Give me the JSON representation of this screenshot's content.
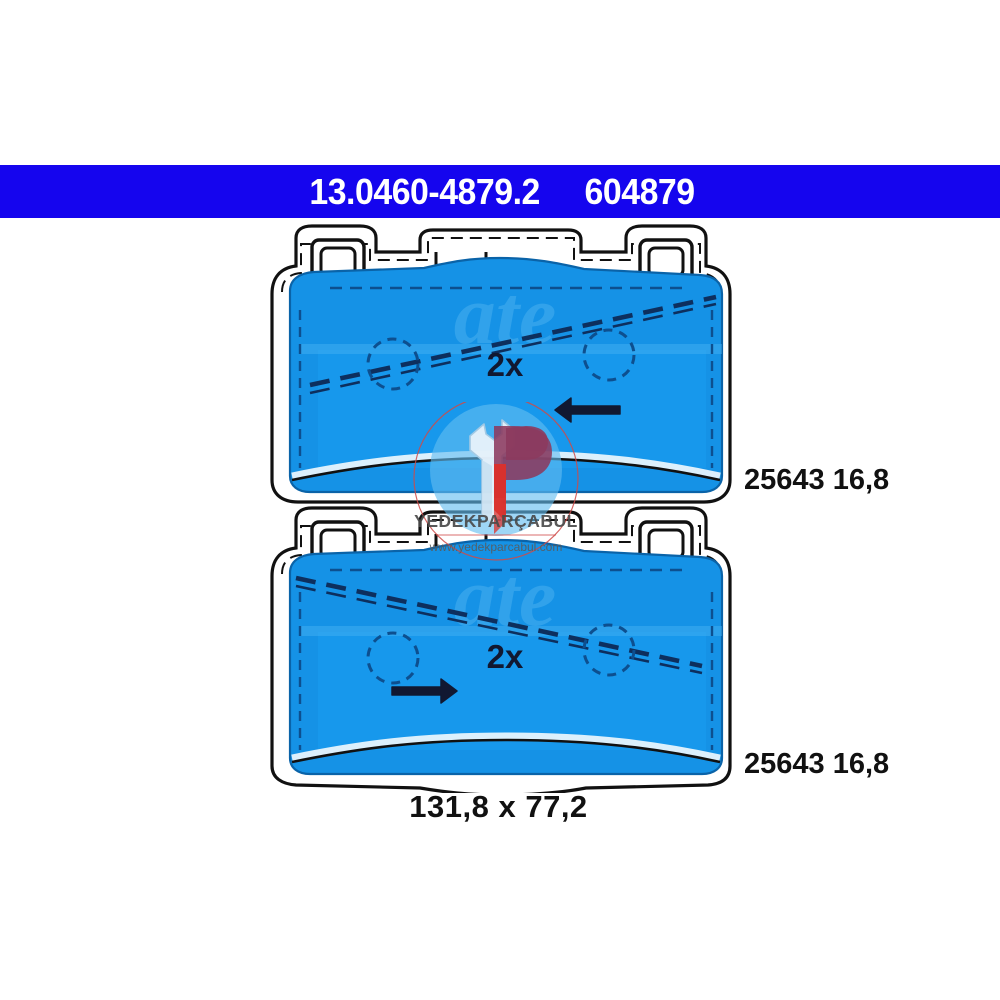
{
  "header": {
    "part_number": "13.0460-4879.2",
    "reference_number": "604879",
    "banner_color": "#1505ee",
    "text_color": "#ffffff"
  },
  "labels": {
    "upper_pad": "25643 16,8",
    "lower_pad": "25643 16,8",
    "dimensions": "131,8 x 77,2"
  },
  "pads": [
    {
      "id": "upper-pad",
      "quantity_marker": "2x",
      "arrow_direction": "left",
      "wear_sensor_cable": "diagonal-dashed",
      "body_color": "#1592e6",
      "body_color_dark": "#0f82d8",
      "outline_color": "#111111",
      "backing_plate_color": "#ffffff"
    },
    {
      "id": "lower-pad",
      "quantity_marker": "2x",
      "arrow_direction": "right",
      "wear_sensor_cable": "diagonal-dashed",
      "body_color": "#1592e6",
      "body_color_dark": "#0f82d8",
      "outline_color": "#111111",
      "backing_plate_color": "#ffffff"
    }
  ],
  "brand_watermark": {
    "text": "ate",
    "color": "#2a9ae8"
  },
  "watermark": {
    "title": "YEDEKPARÇABUL",
    "url": "www.yedekparcabul.com",
    "logo_name": "wrench-p-logo",
    "circle_color": "#5cb8ee",
    "ring_color": "#d04a4a",
    "text_color": "#444444",
    "accent_purple": "#8e3a5e",
    "accent_red": "#d8302e",
    "wrench_color": "#e8f2fa"
  }
}
